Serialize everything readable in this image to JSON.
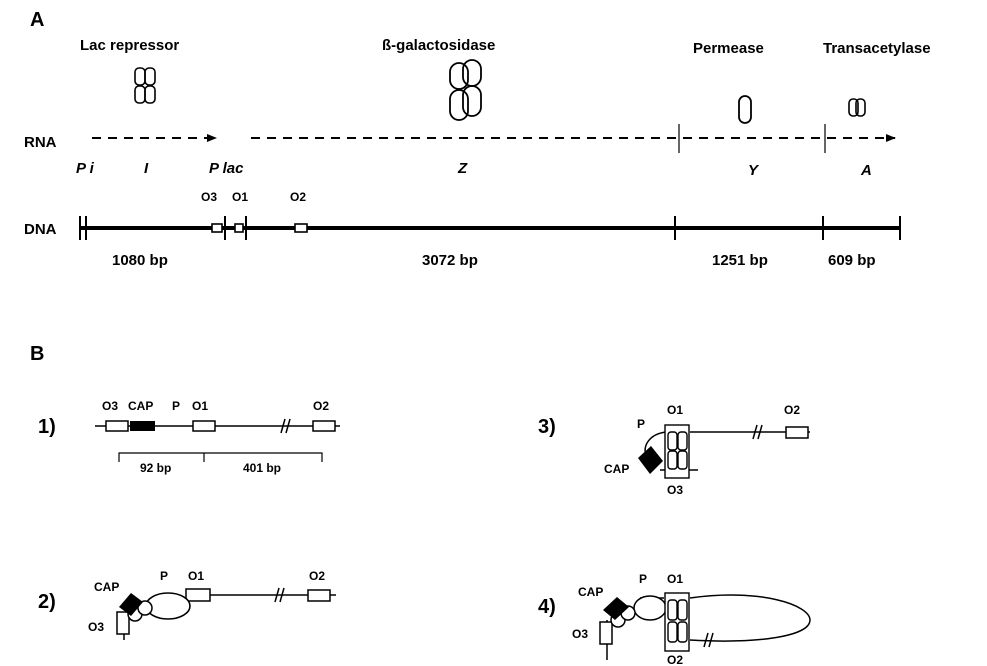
{
  "panel_a": {
    "label": "A",
    "proteins": {
      "lac_repressor": "Lac repressor",
      "b_galactosidase": "ß-galactosidase",
      "permease": "Permease",
      "transacetylase": "Transacetylase"
    },
    "rna_label": "RNA",
    "dna_label": "DNA",
    "genes": {
      "pi": "P i",
      "i": "I",
      "plac": "P lac",
      "z": "Z",
      "y": "Y",
      "a": "A"
    },
    "operators": {
      "o3": "O3",
      "o1": "O1",
      "o2": "O2"
    },
    "lengths": {
      "i": "1080 bp",
      "z": "3072 bp",
      "y": "1251 bp",
      "a": "609 bp"
    }
  },
  "panel_b": {
    "label": "B",
    "steps": {
      "s1": "1)",
      "s2": "2)",
      "s3": "3)",
      "s4": "4)"
    },
    "labels": {
      "o3": "O3",
      "cap": "CAP",
      "p": "P",
      "o1": "O1",
      "o2": "O2"
    },
    "distances": {
      "d1": "92 bp",
      "d2": "401 bp"
    }
  }
}
